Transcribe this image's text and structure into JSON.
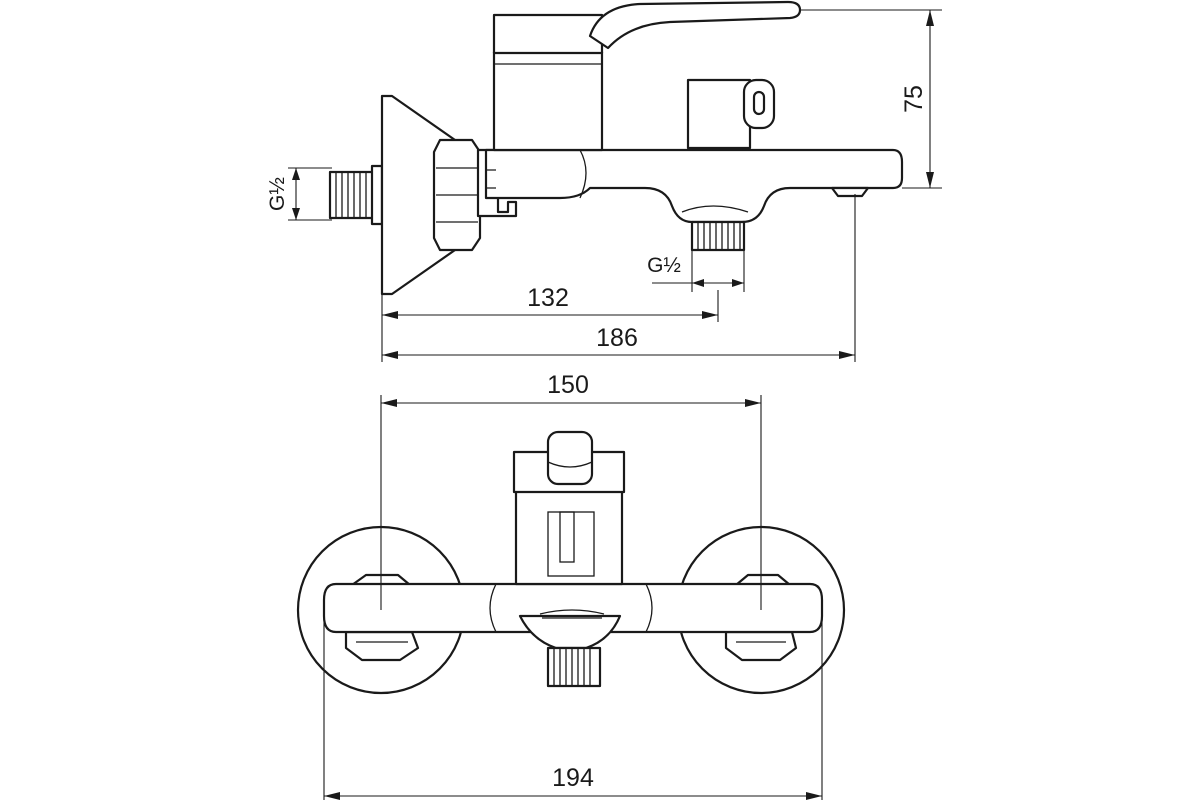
{
  "dimensions": {
    "height_75": "75",
    "length_132": "132",
    "length_186": "186",
    "centers_150": "150",
    "width_194": "194",
    "thread_wall": "G½",
    "thread_outlet": "G½"
  }
}
